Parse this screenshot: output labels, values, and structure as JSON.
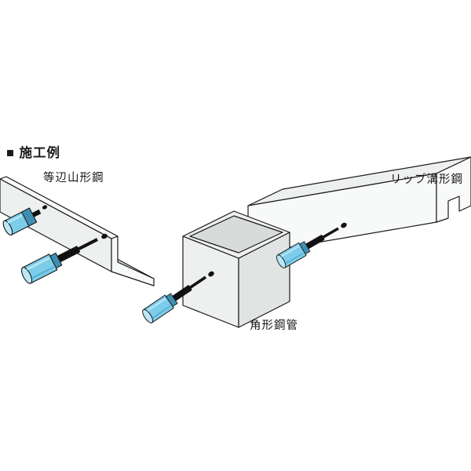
{
  "heading": {
    "text": "■ 施工例"
  },
  "parts": {
    "angle_steel": {
      "label": "等辺山形鋼"
    },
    "square_tube": {
      "label": "角形鋼管"
    },
    "lipped_channel": {
      "label": "リップ溝形鋼"
    }
  },
  "colors": {
    "background": "#ffffff",
    "outline": "#1a1a1a",
    "steel-face": "#eef0ef",
    "steel-face-bright": "#f8f9f9",
    "steel-face-shade": "#e2e4e4",
    "steel-interior": "#d9dbdb",
    "anchor-blue": "#7ccde9",
    "anchor-blue-light": "#bce7f5",
    "anchor-blue-dark": "#3f8fb3",
    "rod-black": "#121212"
  }
}
